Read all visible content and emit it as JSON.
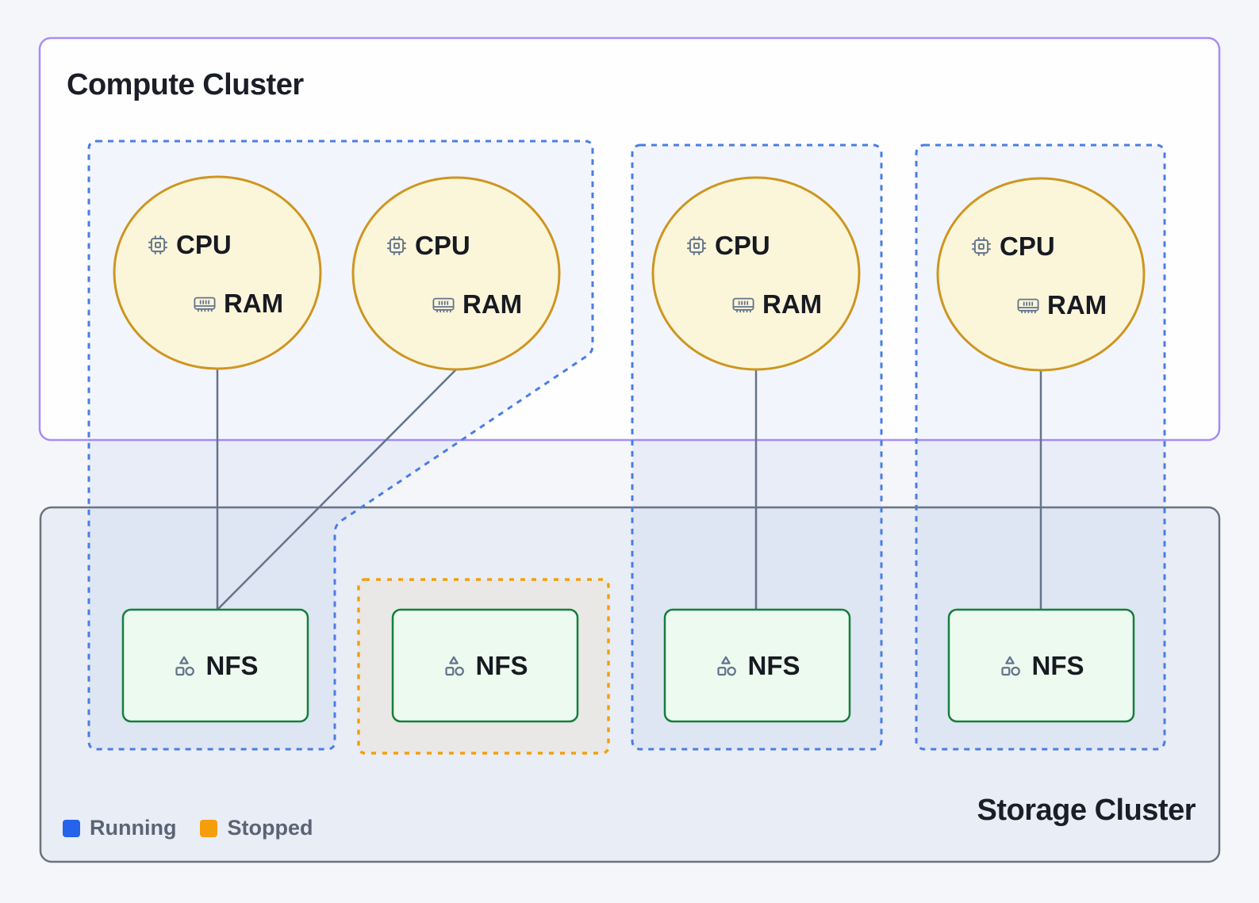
{
  "diagram": {
    "compute_cluster": {
      "title": "Compute Cluster"
    },
    "storage_cluster": {
      "title": "Storage Cluster"
    },
    "legend": {
      "running_label": "Running",
      "stopped_label": "Stopped"
    },
    "groups": [
      {
        "status": "running",
        "compute_nodes": [
          {
            "cpu_label": "CPU",
            "ram_label": "RAM"
          },
          {
            "cpu_label": "CPU",
            "ram_label": "RAM"
          }
        ],
        "storage_nodes": [
          {
            "label": "NFS"
          }
        ]
      },
      {
        "status": "stopped",
        "compute_nodes": [],
        "storage_nodes": [
          {
            "label": "NFS"
          }
        ]
      },
      {
        "status": "running",
        "compute_nodes": [
          {
            "cpu_label": "CPU",
            "ram_label": "RAM"
          }
        ],
        "storage_nodes": [
          {
            "label": "NFS"
          }
        ]
      },
      {
        "status": "running",
        "compute_nodes": [
          {
            "cpu_label": "CPU",
            "ram_label": "RAM"
          }
        ],
        "storage_nodes": [
          {
            "label": "NFS"
          }
        ]
      }
    ],
    "icons": {
      "cpu": "cpu-chip-icon",
      "ram": "memory-stick-icon",
      "nfs": "shapes-icon"
    },
    "colors": {
      "running": "#2563eb",
      "stopped": "#f59e0b",
      "compute_border": "#a78bfa",
      "storage_border": "#6b7280",
      "group_dash_blue": "#4a7de4",
      "node_circle_border": "#cd9620",
      "node_circle_fill": "#fbf5da",
      "nfs_border": "#157f3c",
      "nfs_fill": "#ecfaf0",
      "connector": "#64748b"
    }
  }
}
